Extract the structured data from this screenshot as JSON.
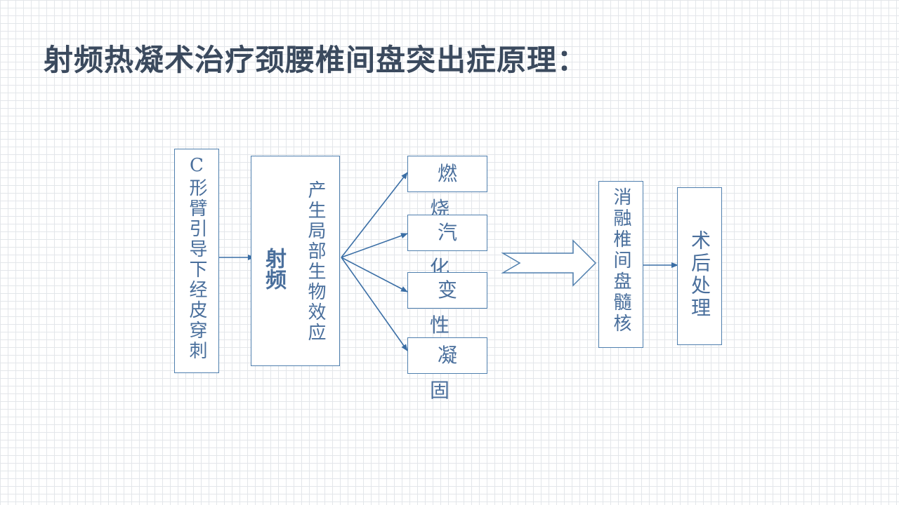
{
  "title": "射频热凝术治疗颈腰椎间盘突出症原理：",
  "flow": {
    "guide": "C形臂引导下经皮穿刺",
    "rf": {
      "label": "射频",
      "effect": "产生局部生物效应"
    },
    "results": [
      "燃烧",
      "汽化",
      "变性",
      "凝固"
    ],
    "ablate": "消融椎间盘髓核",
    "post": "术后处理"
  },
  "colors": {
    "title": "#3b4a5e",
    "box_border": "#4f7fae",
    "text": "#4a6f9c",
    "arrow": "#3a6ea5",
    "grid": "#e3e6ea"
  }
}
